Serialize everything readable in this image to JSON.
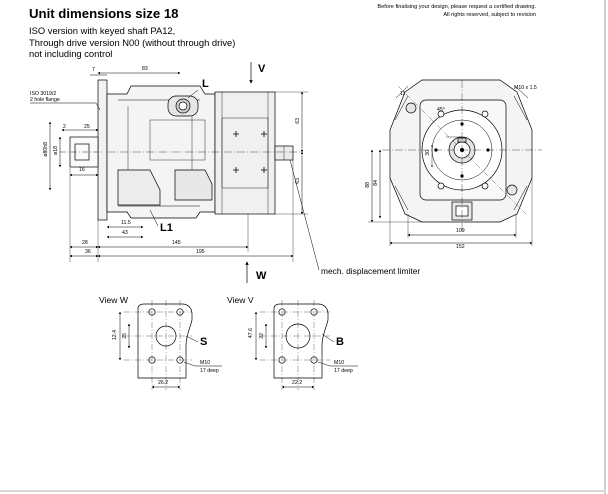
{
  "header": {
    "title": "Unit dimensions size 18",
    "line1": "ISO version with keyed shaft PA12,",
    "line2": "Through drive version N00 (without through drive)",
    "line3": "not including control"
  },
  "note": {
    "line1": "Before finalising your design, please request a certified drawing.",
    "line2": "All rights reserved, subject to revision"
  },
  "callouts": {
    "V": "V",
    "W": "W",
    "L": "L",
    "L1": "L1",
    "S": "S",
    "B": "B"
  },
  "labels": {
    "mech": "mech. displacement limiter",
    "view_w": "View W",
    "view_v": "View V",
    "iso_flange_1": "ISO 3019/2",
    "iso_flange_2": "2 hole flange"
  },
  "dims": {
    "d7": "7",
    "d83": "83",
    "d25": "25",
    "d2": "2",
    "d16": "16",
    "d11_5": "11.5",
    "d43": "43",
    "d28": "28",
    "d145": "145",
    "d36": "36",
    "d195": "195",
    "d63a": "63",
    "d63b": "63",
    "d80": "ø80h8",
    "d18": "ø18",
    "d88": "88",
    "d84": "84",
    "d109": "109",
    "d152": "152",
    "d45": "45°",
    "d30": "30",
    "d11": "11",
    "dm10": "M10 x 1.5",
    "d12_4": "12.4",
    "d25b": "25",
    "d26_2": "26.2",
    "d47_6": "47.6",
    "d22": "22",
    "d22_2": "22.2",
    "m10_w": "M10",
    "deep_w": "17 deep",
    "m10_v": "M10",
    "deep_v": "17 deep"
  }
}
